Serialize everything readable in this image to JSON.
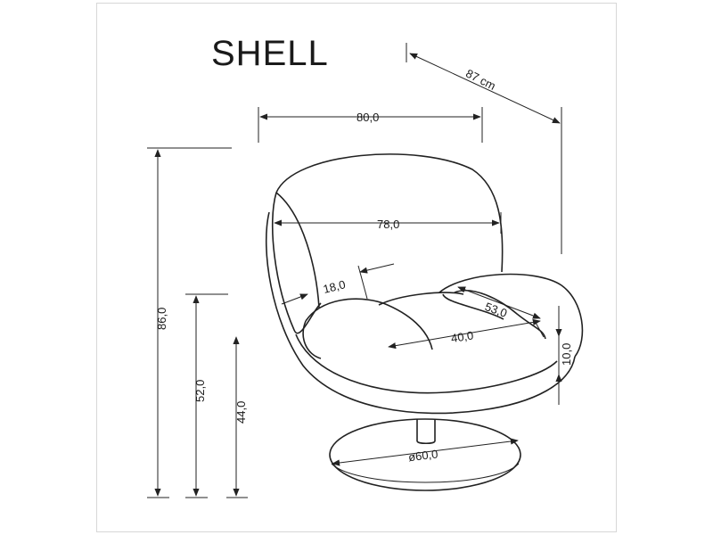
{
  "title": "SHELL",
  "colors": {
    "line": "#222222",
    "frame": "#d7d7d7",
    "background": "#ffffff"
  },
  "dimensions": {
    "diagonal_depth": "87 cm",
    "overall_width": "80,0",
    "seat_back_width": "78,0",
    "backrest_thickness": "18,0",
    "armrest_length": "53,0",
    "seat_depth": "40,0",
    "armrest_height": "10,0",
    "total_height": "86,0",
    "armrest_top_height": "52,0",
    "seat_height": "44,0",
    "base_diameter": "ø60,0"
  }
}
